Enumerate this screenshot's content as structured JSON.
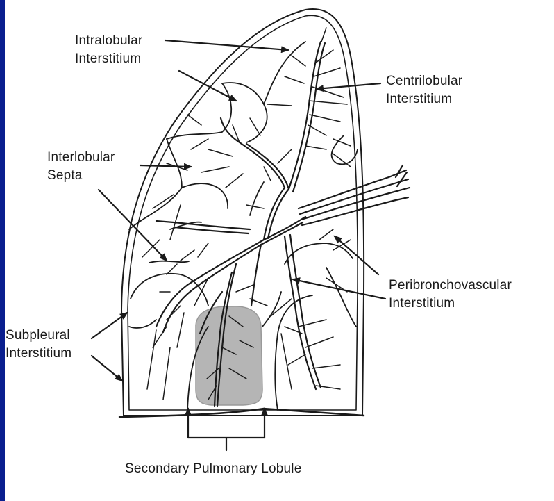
{
  "labels": {
    "intralobular": [
      "Intralobular",
      "Interstitium"
    ],
    "centrilobular": [
      "Centrilobular",
      "Interstitium"
    ],
    "interlobular": [
      "Interlobular",
      "Septa"
    ],
    "peribronchovascular": [
      "Peribronchovascular",
      "Interstitium"
    ],
    "subpleural": [
      "Subpleural",
      "Interstitium"
    ],
    "secondary_lobule": "Secondary Pulmonary Lobule"
  },
  "colors": {
    "background": "#0a1f8f",
    "panel": "#ffffff",
    "line": "#1a1a1a",
    "lobule_shading": "#b5b5b5"
  }
}
